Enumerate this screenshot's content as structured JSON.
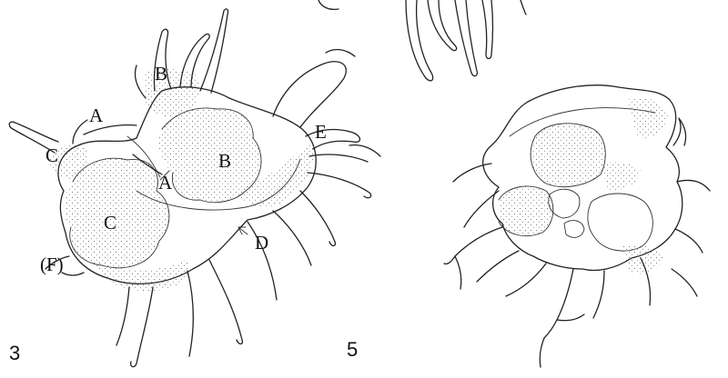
{
  "figures": [
    {
      "number": "3",
      "labels": [
        "A",
        "A",
        "B",
        "B",
        "C",
        "C",
        "D",
        "E",
        "(F)"
      ]
    },
    {
      "number": "5",
      "labels": []
    }
  ]
}
